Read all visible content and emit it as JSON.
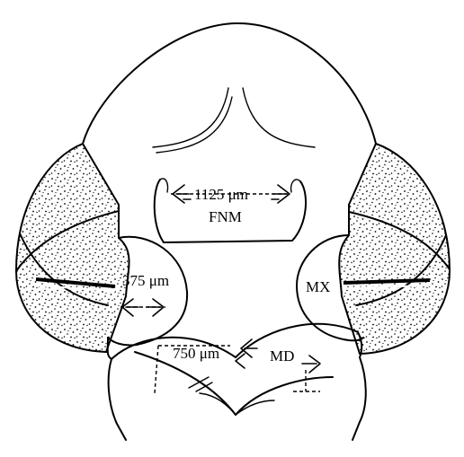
{
  "labels": {
    "fnm_measure": "1125 μm",
    "fnm": "FNM",
    "mx_measure": "375 μm",
    "mx": "MX",
    "md_measure": "750 μm",
    "md": "MD"
  },
  "colors": {
    "ink": "#000000",
    "background": "#ffffff"
  }
}
